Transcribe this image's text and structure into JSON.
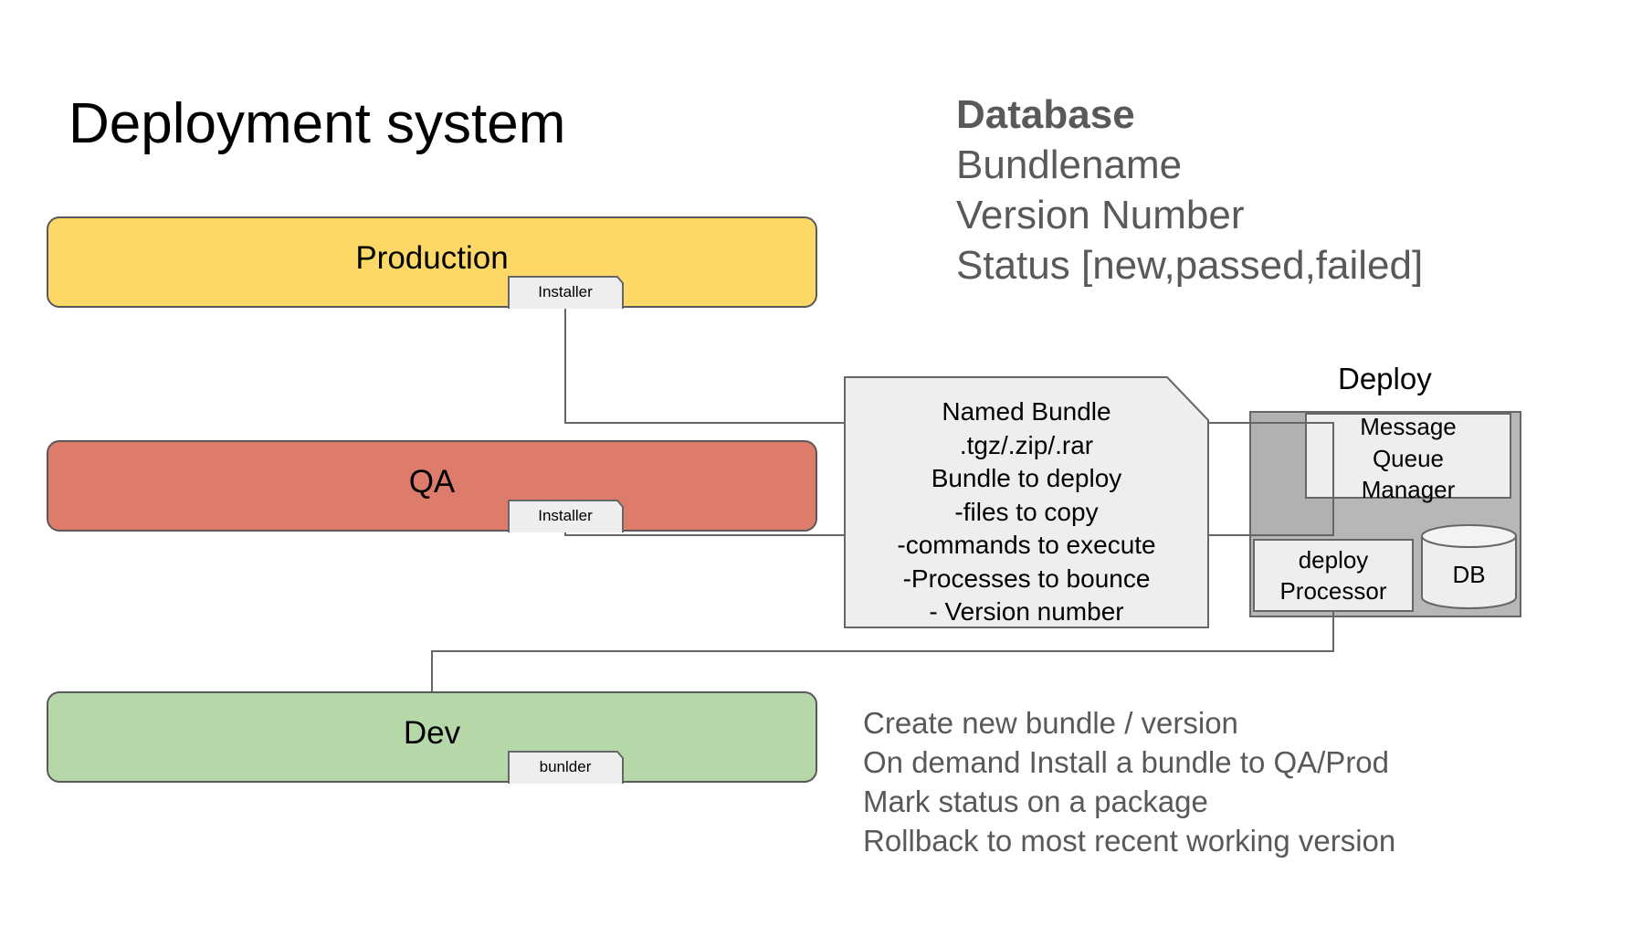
{
  "title": "Deployment system",
  "database_notes": {
    "header": "Database",
    "fields": [
      "Bundlename",
      "Version Number",
      "Status [new,passed,failed]"
    ]
  },
  "environments": [
    {
      "name": "Production",
      "color": "#fcd866",
      "component": "Installer"
    },
    {
      "name": "QA",
      "color": "#dd7c6b",
      "component": "Installer"
    },
    {
      "name": "Dev",
      "color": "#b6d7a8",
      "component": "bunlder"
    }
  ],
  "bundle": {
    "lines": [
      "Named Bundle",
      ".tgz/.zip/.rar",
      "Bundle to deploy",
      "-files to copy",
      "-commands to execute",
      "-Processes to bounce",
      "- Version number"
    ]
  },
  "deploy": {
    "title": "Deploy",
    "message_queue": [
      "Message",
      "Queue",
      "Manager"
    ],
    "processor": [
      "deploy",
      "Processor"
    ],
    "db": "DB",
    "container_color": "#b7b7b7",
    "box_color": "#eeeeee"
  },
  "features": [
    "Create new bundle / version",
    "On demand Install a bundle to QA/Prod",
    "Mark status on a package",
    "Rollback to most recent working version"
  ],
  "colors": {
    "stroke": "#595959",
    "notes_text": "#595959"
  }
}
